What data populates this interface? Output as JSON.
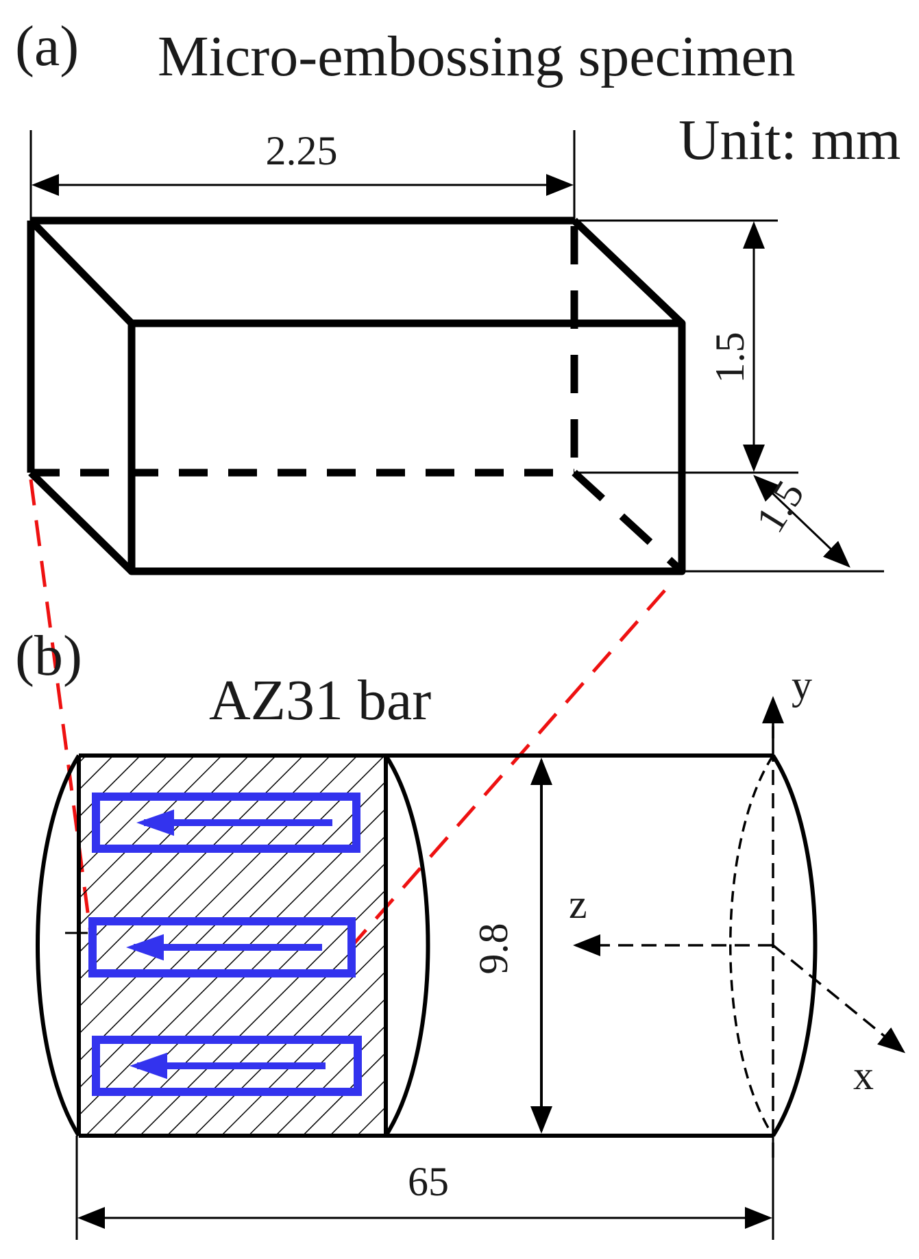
{
  "panel_a": {
    "tag": "(a)",
    "title": "Micro-embossing specimen",
    "unit": "Unit: mm",
    "dim_length": "2.25",
    "dim_height": "1.5",
    "dim_depth": "1.5"
  },
  "panel_b": {
    "tag": "(b)",
    "title": "AZ31 bar",
    "dim_diameter": "9.8",
    "dim_length": "65",
    "axis_x": "x",
    "axis_y": "y",
    "axis_z": "z"
  },
  "colors": {
    "line": "#000000",
    "specimen_outline": "#3333ee",
    "guide_dash": "#ee1111"
  }
}
